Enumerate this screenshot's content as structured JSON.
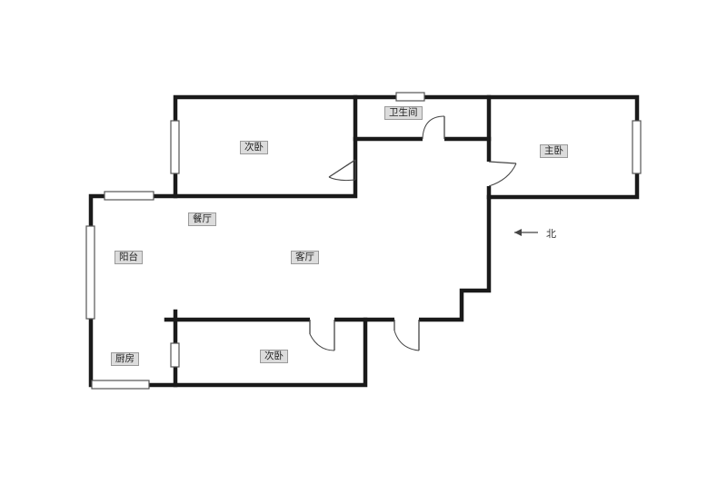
{
  "rooms": {
    "bedroom_upper": "次卧",
    "bathroom": "卫生间",
    "master_bedroom": "主卧",
    "dining": "餐厅",
    "balcony": "阳台",
    "living": "客厅",
    "kitchen": "厨房",
    "bedroom_lower": "次卧"
  },
  "compass": {
    "label": "北"
  }
}
